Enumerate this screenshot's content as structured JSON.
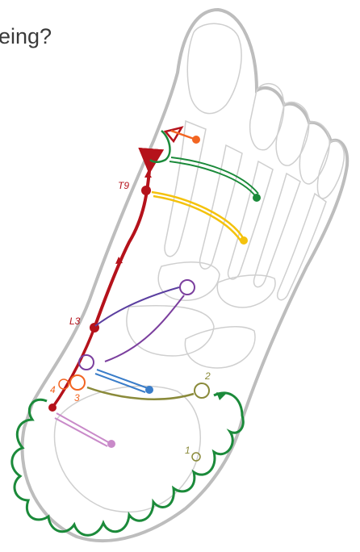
{
  "heading": "eing?",
  "labels": {
    "t9": "T9",
    "l3": "L3",
    "n1": "1",
    "n2": "2",
    "n3": "3",
    "n4": "4"
  },
  "colors": {
    "foot_outline": "#bdbdbd",
    "foot_bones": "#cfcfcf",
    "spine_red": "#b5121b",
    "orange": "#f26522",
    "green": "#1b8a3a",
    "yellow": "#f4c20d",
    "purple": "#7b3f9e",
    "indigo": "#5b3fa0",
    "blue": "#3a7dc9",
    "olive": "#8a8a3a",
    "pink": "#c98ac9"
  }
}
